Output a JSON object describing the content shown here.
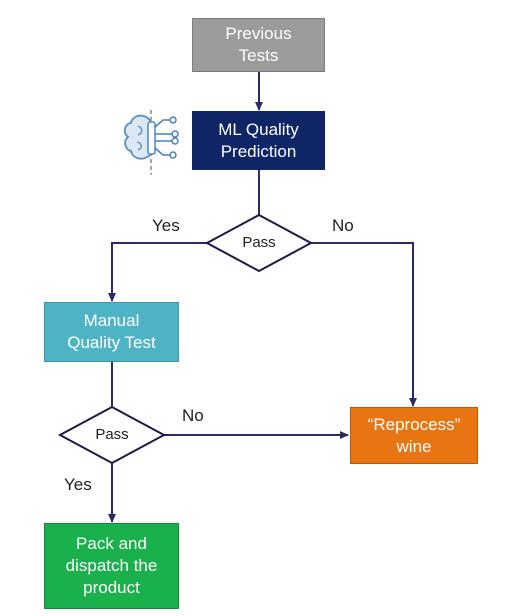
{
  "nodes": {
    "previous_tests": {
      "text": "Previous\nTests",
      "color": "#9a9c9b"
    },
    "ml_prediction": {
      "text": "ML Quality\nPrediction",
      "color": "#0f2566"
    },
    "manual_test": {
      "text": "Manual\nQuality Test",
      "color": "#4fb3c6"
    },
    "reprocess": {
      "text": "“Reprocess”\nwine",
      "color": "#e87511"
    },
    "pack_dispatch": {
      "text": "Pack and\ndispatch the\nproduct",
      "color": "#1ab04c"
    }
  },
  "decisions": {
    "pass_1": {
      "text": "Pass"
    },
    "pass_2": {
      "text": "Pass"
    }
  },
  "edge_labels": {
    "yes_1": "Yes",
    "no_1": "No",
    "no_2": "No",
    "yes_2": "Yes"
  },
  "icons": {
    "ml_icon": "brain-circuit-icon"
  },
  "colors": {
    "connector": "#2a2a6a",
    "diamond_stroke": "#1a1a4a"
  }
}
